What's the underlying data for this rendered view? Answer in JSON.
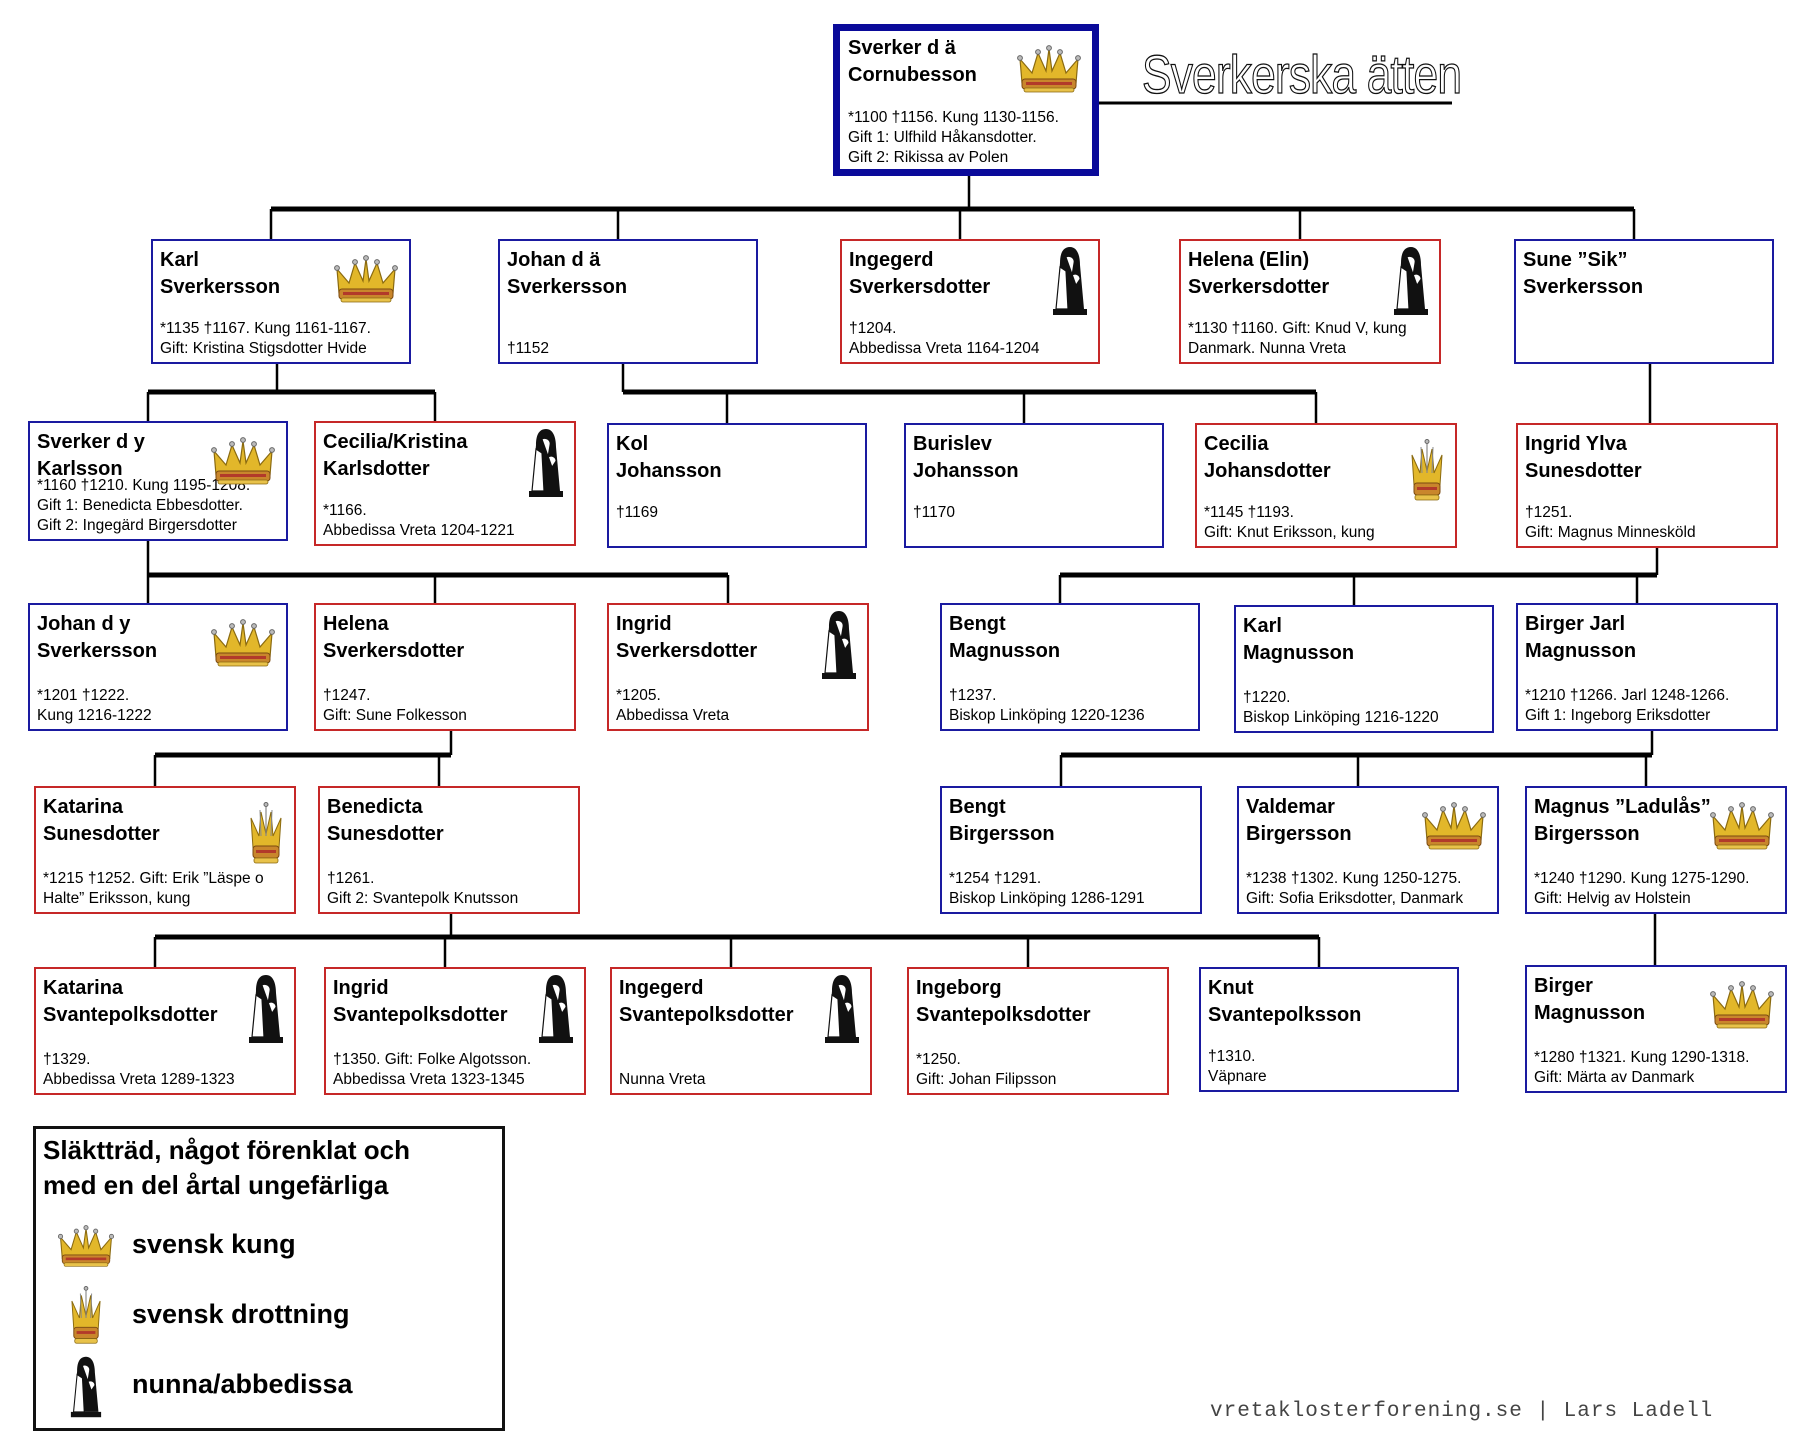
{
  "title": "Sverkerska ätten",
  "colors": {
    "male_border": "#1a1aa0",
    "female_border": "#c62828",
    "root_border": "#0a0a9a",
    "line": "#000000"
  },
  "people": [
    {
      "id": "sverker-d-a",
      "name1": "Sverker d ä",
      "name2": "Cornubesson",
      "info": [
        "*1100  †1156. Kung 1130-1156.",
        "Gift 1: Ulfhild Håkansdotter.",
        "Gift 2: Rikissa av Polen"
      ],
      "sex": "m",
      "icon": "king",
      "root": true
    },
    {
      "id": "karl-sverkersson",
      "name1": "Karl",
      "name2": "Sverkersson",
      "info": [
        "*1135  †1167. Kung 1161-1167.",
        "Gift: Kristina Stigsdotter Hvide"
      ],
      "sex": "m",
      "icon": "king"
    },
    {
      "id": "johan-d-a",
      "name1": "Johan d ä",
      "name2": "Sverkersson",
      "info": [
        "†1152"
      ],
      "sex": "m",
      "icon": ""
    },
    {
      "id": "ingegerd-sverkersdotter",
      "name1": "Ingegerd",
      "name2": "Sverkersdotter",
      "info": [
        "†1204.",
        "Abbedissa Vreta 1164-1204"
      ],
      "sex": "f",
      "icon": "nun"
    },
    {
      "id": "helena-elin",
      "name1": "Helena (Elin)",
      "name2": "Sverkersdotter",
      "info": [
        "*1130 †1160. Gift: Knud V, kung",
        "Danmark. Nunna Vreta"
      ],
      "sex": "f",
      "icon": "nun"
    },
    {
      "id": "sune-sik",
      "name1": "Sune ”Sik”",
      "name2": "Sverkersson",
      "info": [],
      "sex": "m",
      "icon": ""
    },
    {
      "id": "sverker-d-y",
      "name1": "Sverker d y",
      "name2": "Karlsson",
      "info": [
        "*1160  †1210. Kung 1195-1208.",
        "Gift 1: Benedicta Ebbesdotter.",
        "Gift 2: Ingegärd Birgersdotter"
      ],
      "sex": "m",
      "icon": "king"
    },
    {
      "id": "cecilia-kristina",
      "name1": "Cecilia/Kristina",
      "name2": "Karlsdotter",
      "info": [
        "*1166.",
        "Abbedissa Vreta 1204-1221"
      ],
      "sex": "f",
      "icon": "nun"
    },
    {
      "id": "kol-johansson",
      "name1": "Kol",
      "name2": "Johansson",
      "info": [
        "†1169",
        ""
      ],
      "sex": "m",
      "icon": ""
    },
    {
      "id": "burislev-johansson",
      "name1": "Burislev",
      "name2": "Johansson",
      "info": [
        "†1170",
        ""
      ],
      "sex": "m",
      "icon": ""
    },
    {
      "id": "cecilia-johansdotter",
      "name1": "Cecilia",
      "name2": "Johansdotter",
      "info": [
        "*1145 †1193.",
        "Gift: Knut Eriksson, kung"
      ],
      "sex": "f",
      "icon": "queen"
    },
    {
      "id": "ingrid-ylva",
      "name1": "Ingrid Ylva",
      "name2": "Sunesdotter",
      "info": [
        "†1251.",
        "Gift: Magnus Minnesköld"
      ],
      "sex": "f",
      "icon": ""
    },
    {
      "id": "johan-d-y",
      "name1": "Johan d y",
      "name2": "Sverkersson",
      "info": [
        "*1201  †1222.",
        "Kung 1216-1222"
      ],
      "sex": "m",
      "icon": "king"
    },
    {
      "id": "helena-sverkersdotter",
      "name1": "Helena",
      "name2": "Sverkersdotter",
      "info": [
        "†1247.",
        "Gift: Sune Folkesson"
      ],
      "sex": "f",
      "icon": ""
    },
    {
      "id": "ingrid-sverkersdotter",
      "name1": "Ingrid",
      "name2": "Sverkersdotter",
      "info": [
        "*1205.",
        "Abbedissa Vreta"
      ],
      "sex": "f",
      "icon": "nun"
    },
    {
      "id": "bengt-magnusson",
      "name1": "Bengt",
      "name2": "Magnusson",
      "info": [
        "†1237.",
        "Biskop Linköping 1220-1236"
      ],
      "sex": "m",
      "icon": ""
    },
    {
      "id": "karl-magnusson",
      "name1": "Karl",
      "name2": "Magnusson",
      "info": [
        "†1220.",
        "Biskop Linköping 1216-1220"
      ],
      "sex": "m",
      "icon": ""
    },
    {
      "id": "birger-jarl",
      "name1": "Birger Jarl",
      "name2": "Magnusson",
      "info": [
        "*1210  †1266. Jarl 1248-1266.",
        "Gift 1: Ingeborg Eriksdotter"
      ],
      "sex": "m",
      "icon": ""
    },
    {
      "id": "katarina-sunesdotter",
      "name1": "Katarina",
      "name2": "Sunesdotter",
      "info": [
        "*1215 †1252. Gift: Erik ”Läspe o",
        "Halte” Eriksson, kung"
      ],
      "sex": "f",
      "icon": "queen"
    },
    {
      "id": "benedicta-sunesdotter",
      "name1": "Benedicta",
      "name2": "Sunesdotter",
      "info": [
        "†1261.",
        "Gift 2: Svantepolk Knutsson"
      ],
      "sex": "f",
      "icon": ""
    },
    {
      "id": "bengt-birgersson",
      "name1": "Bengt",
      "name2": "Birgersson",
      "info": [
        "*1254  †1291.",
        "Biskop Linköping 1286-1291"
      ],
      "sex": "m",
      "icon": ""
    },
    {
      "id": "valdemar-birgersson",
      "name1": "Valdemar",
      "name2": "Birgersson",
      "info": [
        "*1238  †1302. Kung 1250-1275.",
        "Gift: Sofia Eriksdotter, Danmark"
      ],
      "sex": "m",
      "icon": "king"
    },
    {
      "id": "magnus-ladulas",
      "name1": "Magnus ”Ladulås”",
      "name2": "Birgersson",
      "info": [
        "*1240  †1290. Kung 1275-1290.",
        "Gift: Helvig av Holstein"
      ],
      "sex": "m",
      "icon": "king"
    },
    {
      "id": "katarina-svantepolksdotter",
      "name1": "Katarina",
      "name2": "Svantepolksdotter",
      "info": [
        "†1329.",
        "Abbedissa Vreta 1289-1323"
      ],
      "sex": "f",
      "icon": "nun"
    },
    {
      "id": "ingrid-svantepolksdotter",
      "name1": "Ingrid",
      "name2": "Svantepolksdotter",
      "info": [
        "†1350. Gift: Folke Algotsson.",
        "Abbedissa Vreta 1323-1345"
      ],
      "sex": "f",
      "icon": "nun"
    },
    {
      "id": "ingegerd-svantepolksdotter",
      "name1": "Ingegerd",
      "name2": "Svantepolksdotter",
      "info": [
        "Nunna Vreta"
      ],
      "sex": "f",
      "icon": "nun"
    },
    {
      "id": "ingeborg-svantepolksdotter",
      "name1": "Ingeborg",
      "name2": "Svantepolksdotter",
      "info": [
        "*1250.",
        "Gift: Johan Filipsson"
      ],
      "sex": "f",
      "icon": ""
    },
    {
      "id": "knut-svantepolksson",
      "name1": "Knut",
      "name2": "Svantepolksson",
      "info": [
        "†1310.",
        "Väpnare"
      ],
      "sex": "m",
      "icon": ""
    },
    {
      "id": "birger-magnusson",
      "name1": "Birger",
      "name2": "Magnusson",
      "info": [
        "*1280  †1321. Kung 1290-1318.",
        "Gift: Märta av Danmark"
      ],
      "sex": "m",
      "icon": "king"
    }
  ],
  "families": [
    {
      "parent": "sverker-d-a",
      "children": [
        "karl-sverkersson",
        "johan-d-a",
        "ingegerd-sverkersdotter",
        "helena-elin",
        "sune-sik"
      ]
    },
    {
      "parent": "karl-sverkersson",
      "children": [
        "sverker-d-y",
        "cecilia-kristina"
      ]
    },
    {
      "parent": "johan-d-a",
      "children": [
        "kol-johansson",
        "burislev-johansson",
        "cecilia-johansdotter"
      ]
    },
    {
      "parent": "sune-sik",
      "children": [
        "ingrid-ylva"
      ]
    },
    {
      "parent": "sverker-d-y",
      "children": [
        "johan-d-y",
        "helena-sverkersdotter",
        "ingrid-sverkersdotter"
      ]
    },
    {
      "parent": "ingrid-ylva",
      "children": [
        "bengt-magnusson",
        "karl-magnusson",
        "birger-jarl"
      ]
    },
    {
      "parent": "helena-sverkersdotter",
      "children": [
        "katarina-sunesdotter",
        "benedicta-sunesdotter"
      ]
    },
    {
      "parent": "birger-jarl",
      "children": [
        "bengt-birgersson",
        "valdemar-birgersson",
        "magnus-ladulas"
      ]
    },
    {
      "parent": "benedicta-sunesdotter",
      "children": [
        "katarina-svantepolksdotter",
        "ingrid-svantepolksdotter",
        "ingegerd-svantepolksdotter",
        "ingeborg-svantepolksdotter",
        "knut-svantepolksson"
      ]
    },
    {
      "parent": "magnus-ladulas",
      "children": [
        "birger-magnusson"
      ]
    }
  ],
  "legend": {
    "title_line1": "Släktträd, något förenklat och",
    "title_line2": "med en del årtal ungefärliga",
    "items": [
      {
        "icon": "king",
        "label": "svensk kung"
      },
      {
        "icon": "queen",
        "label": "svensk drottning"
      },
      {
        "icon": "nun",
        "label": "nunna/abbedissa"
      }
    ]
  },
  "credit": "vretaklosterforening.se | Lars Ladell"
}
